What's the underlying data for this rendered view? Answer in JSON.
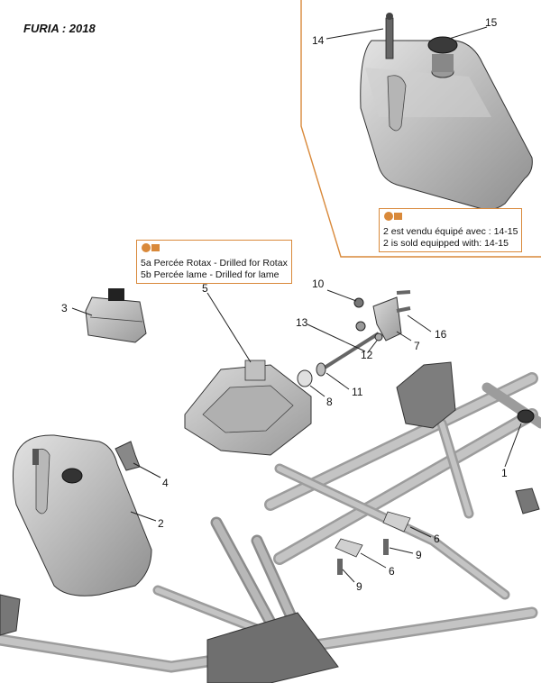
{
  "title": "FURIA : 2018",
  "notes": {
    "bracket": {
      "line1": "5a Percée Rotax - Drilled for Rotax",
      "line2": "5b Percée lame - Drilled for lame"
    },
    "tank": {
      "line1": "2 est vendu équipé avec : 14-15",
      "line2": "2 is sold equipped with: 14-15"
    }
  },
  "callouts": {
    "c1": "1",
    "c2": "2",
    "c3": "3",
    "c4": "4",
    "c5": "5",
    "c6a": "6",
    "c6b": "6",
    "c7": "7",
    "c8": "8",
    "c9a": "9",
    "c9b": "9",
    "c10": "10",
    "c11": "11",
    "c12": "12",
    "c13": "13",
    "c14": "14",
    "c15": "15",
    "c16": "16"
  },
  "colors": {
    "accent": "#d9893a",
    "part": "#c9c9c9",
    "frame": "#a8a8a8",
    "outline": "#333333"
  }
}
